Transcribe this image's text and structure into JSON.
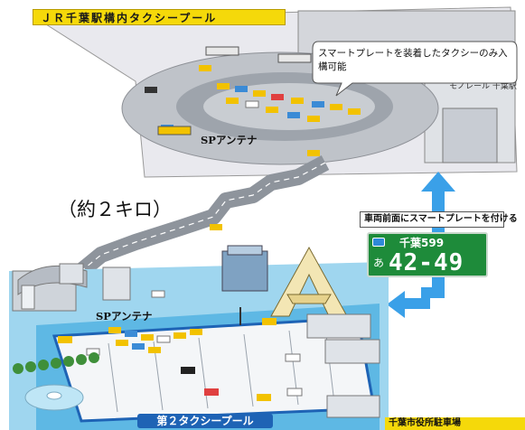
{
  "header": {
    "title": "ＪＲ千葉駅構内タクシープール"
  },
  "callout": {
    "text": "スマートプレートを装着したタクシーのみ入構可能"
  },
  "station_sign": {
    "text": "モノレール 千葉駅"
  },
  "distance": {
    "text": "（約２キロ）"
  },
  "antenna_labels": {
    "top": "SPアンテナ",
    "bottom": "SPアンテナ"
  },
  "plate_instruction": {
    "text": "車両前面にスマートプレートを付ける"
  },
  "license_plate": {
    "region_code": "千葉599",
    "hiragana": "あ",
    "number": "42-49",
    "color": "#1e8b3a"
  },
  "second_pool": {
    "label": "第２タクシープール"
  },
  "city_lot": {
    "label": "千葉市役所駐車場"
  },
  "colors": {
    "accent_yellow": "#f5d90a",
    "accent_blue": "#1e63b5",
    "arrow_blue": "#3aa0e8"
  }
}
